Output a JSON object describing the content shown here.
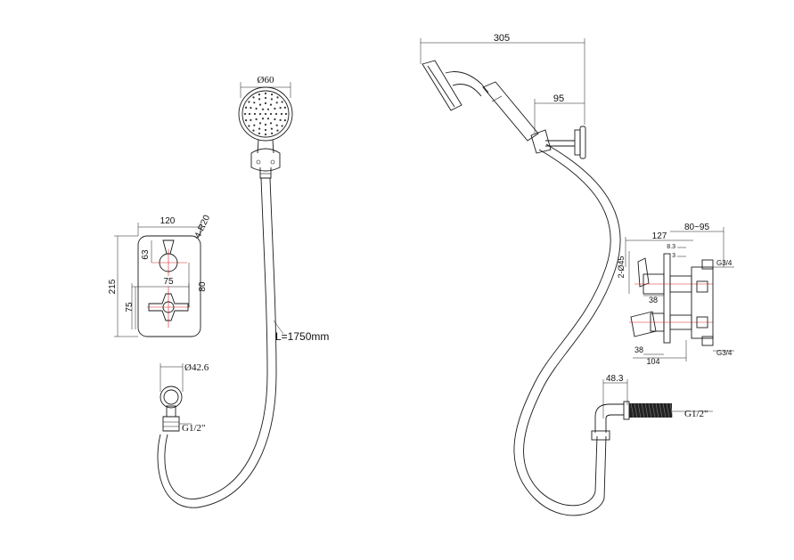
{
  "labels": {
    "head_diameter": "Ø60",
    "plate_width": "120",
    "corner_radius": "4-R20",
    "plate_height": "215",
    "upper_offset": "63",
    "handle_spacing": "80",
    "handle_span": "75",
    "lower_offset": "75",
    "hose_length": "L=1750mm",
    "elbow_diameter": "Ø42.6",
    "elbow_thread": "G1/2\"",
    "total_reach": "305",
    "bracket_reach": "95",
    "depth_127": "127",
    "depth_range": "80~95",
    "dim_8_3": "8.3",
    "dim_3": "3",
    "cartridge_dia": "2-Ø45",
    "g34_top": "G3/4",
    "g34_bottom": "G3/4",
    "dim_38_top": "38",
    "dim_38_bottom": "38",
    "dim_104": "104",
    "outlet_dim": "48.3",
    "outlet_thread": "G1/2\""
  }
}
